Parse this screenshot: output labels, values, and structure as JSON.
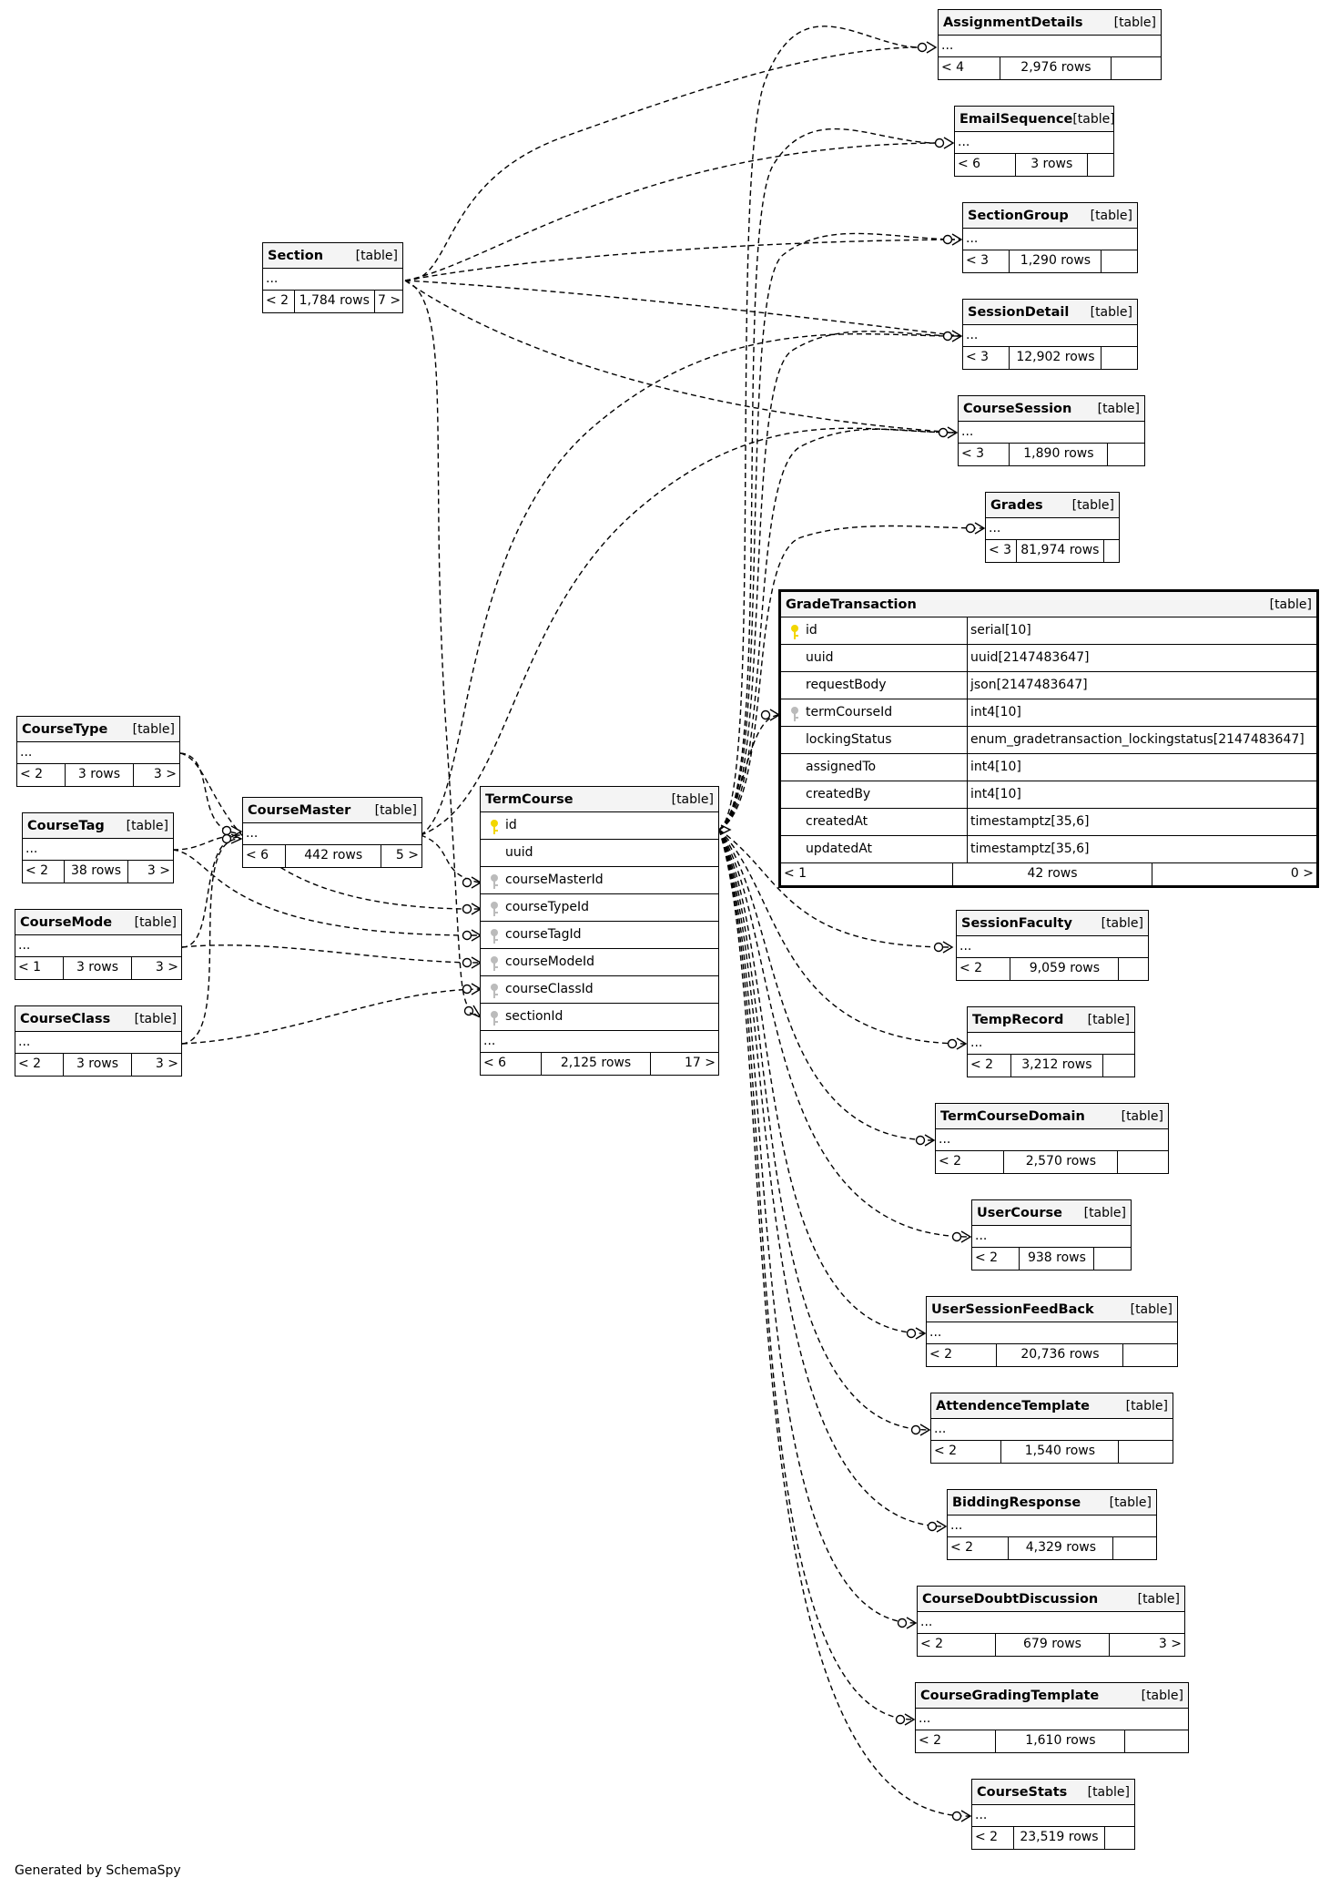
{
  "diagram": {
    "credit": "Generated by SchemaSpy",
    "table_tag": "[table]",
    "ellipsis": "...",
    "tables": [
      {
        "id": "AssignmentDetails",
        "name": "AssignmentDetails",
        "parents": "< 4",
        "rows": "2,976 rows",
        "children": ""
      },
      {
        "id": "EmailSequence",
        "name": "EmailSequence",
        "parents": "< 6",
        "rows": "3 rows",
        "children": ""
      },
      {
        "id": "SectionGroup",
        "name": "SectionGroup",
        "parents": "< 3",
        "rows": "1,290 rows",
        "children": ""
      },
      {
        "id": "Section",
        "name": "Section",
        "parents": "< 2",
        "rows": "1,784 rows",
        "children": "7 >"
      },
      {
        "id": "SessionDetail",
        "name": "SessionDetail",
        "parents": "< 3",
        "rows": "12,902 rows",
        "children": ""
      },
      {
        "id": "CourseSession",
        "name": "CourseSession",
        "parents": "< 3",
        "rows": "1,890 rows",
        "children": ""
      },
      {
        "id": "Grades",
        "name": "Grades",
        "parents": "< 3",
        "rows": "81,974 rows",
        "children": ""
      },
      {
        "id": "CourseType",
        "name": "CourseType",
        "parents": "< 2",
        "rows": "3 rows",
        "children": "3 >"
      },
      {
        "id": "CourseTag",
        "name": "CourseTag",
        "parents": "< 2",
        "rows": "38 rows",
        "children": "3 >"
      },
      {
        "id": "CourseMaster",
        "name": "CourseMaster",
        "parents": "< 6",
        "rows": "442 rows",
        "children": "5 >"
      },
      {
        "id": "CourseMode",
        "name": "CourseMode",
        "parents": "< 1",
        "rows": "3 rows",
        "children": "3 >"
      },
      {
        "id": "CourseClass",
        "name": "CourseClass",
        "parents": "< 2",
        "rows": "3 rows",
        "children": "3 >"
      },
      {
        "id": "SessionFaculty",
        "name": "SessionFaculty",
        "parents": "< 2",
        "rows": "9,059 rows",
        "children": ""
      },
      {
        "id": "TempRecord",
        "name": "TempRecord",
        "parents": "< 2",
        "rows": "3,212 rows",
        "children": ""
      },
      {
        "id": "TermCourseDomain",
        "name": "TermCourseDomain",
        "parents": "< 2",
        "rows": "2,570 rows",
        "children": ""
      },
      {
        "id": "UserCourse",
        "name": "UserCourse",
        "parents": "< 2",
        "rows": "938 rows",
        "children": ""
      },
      {
        "id": "UserSessionFeedBack",
        "name": "UserSessionFeedBack",
        "parents": "< 2",
        "rows": "20,736 rows",
        "children": ""
      },
      {
        "id": "AttendenceTemplate",
        "name": "AttendenceTemplate",
        "parents": "< 2",
        "rows": "1,540 rows",
        "children": ""
      },
      {
        "id": "BiddingResponse",
        "name": "BiddingResponse",
        "parents": "< 2",
        "rows": "4,329 rows",
        "children": ""
      },
      {
        "id": "CourseDoubtDiscussion",
        "name": "CourseDoubtDiscussion",
        "parents": "< 2",
        "rows": "679 rows",
        "children": "3 >"
      },
      {
        "id": "CourseGradingTemplate",
        "name": "CourseGradingTemplate",
        "parents": "< 2",
        "rows": "1,610 rows",
        "children": ""
      },
      {
        "id": "CourseStats",
        "name": "CourseStats",
        "parents": "< 2",
        "rows": "23,519 rows",
        "children": ""
      }
    ],
    "term_course": {
      "name": "TermCourse",
      "columns": [
        {
          "name": "id",
          "key": "primary"
        },
        {
          "name": "uuid",
          "key": "none"
        },
        {
          "name": "courseMasterId",
          "key": "foreign"
        },
        {
          "name": "courseTypeId",
          "key": "foreign"
        },
        {
          "name": "courseTagId",
          "key": "foreign"
        },
        {
          "name": "courseModeId",
          "key": "foreign"
        },
        {
          "name": "courseClassId",
          "key": "foreign"
        },
        {
          "name": "sectionId",
          "key": "foreign"
        }
      ],
      "parents": "< 6",
      "rows": "2,125 rows",
      "children": "17 >"
    },
    "grade_transaction": {
      "name": "GradeTransaction",
      "columns": [
        {
          "name": "id",
          "type": "serial[10]",
          "key": "primary"
        },
        {
          "name": "uuid",
          "type": "uuid[2147483647]",
          "key": "none"
        },
        {
          "name": "requestBody",
          "type": "json[2147483647]",
          "key": "none"
        },
        {
          "name": "termCourseId",
          "type": "int4[10]",
          "key": "foreign"
        },
        {
          "name": "lockingStatus",
          "type": "enum_gradetransaction_lockingstatus[2147483647]",
          "key": "none"
        },
        {
          "name": "assignedTo",
          "type": "int4[10]",
          "key": "none"
        },
        {
          "name": "createdBy",
          "type": "int4[10]",
          "key": "none"
        },
        {
          "name": "createdAt",
          "type": "timestamptz[35,6]",
          "key": "none"
        },
        {
          "name": "updatedAt",
          "type": "timestamptz[35,6]",
          "key": "none"
        }
      ],
      "parents": "< 1",
      "rows": "42 rows",
      "children": "0 >"
    },
    "colors": {
      "line": "#000000",
      "header_bg": "#f4f4f4",
      "primary_key": "#f2d600",
      "foreign_key": "#bbbbbb"
    }
  }
}
